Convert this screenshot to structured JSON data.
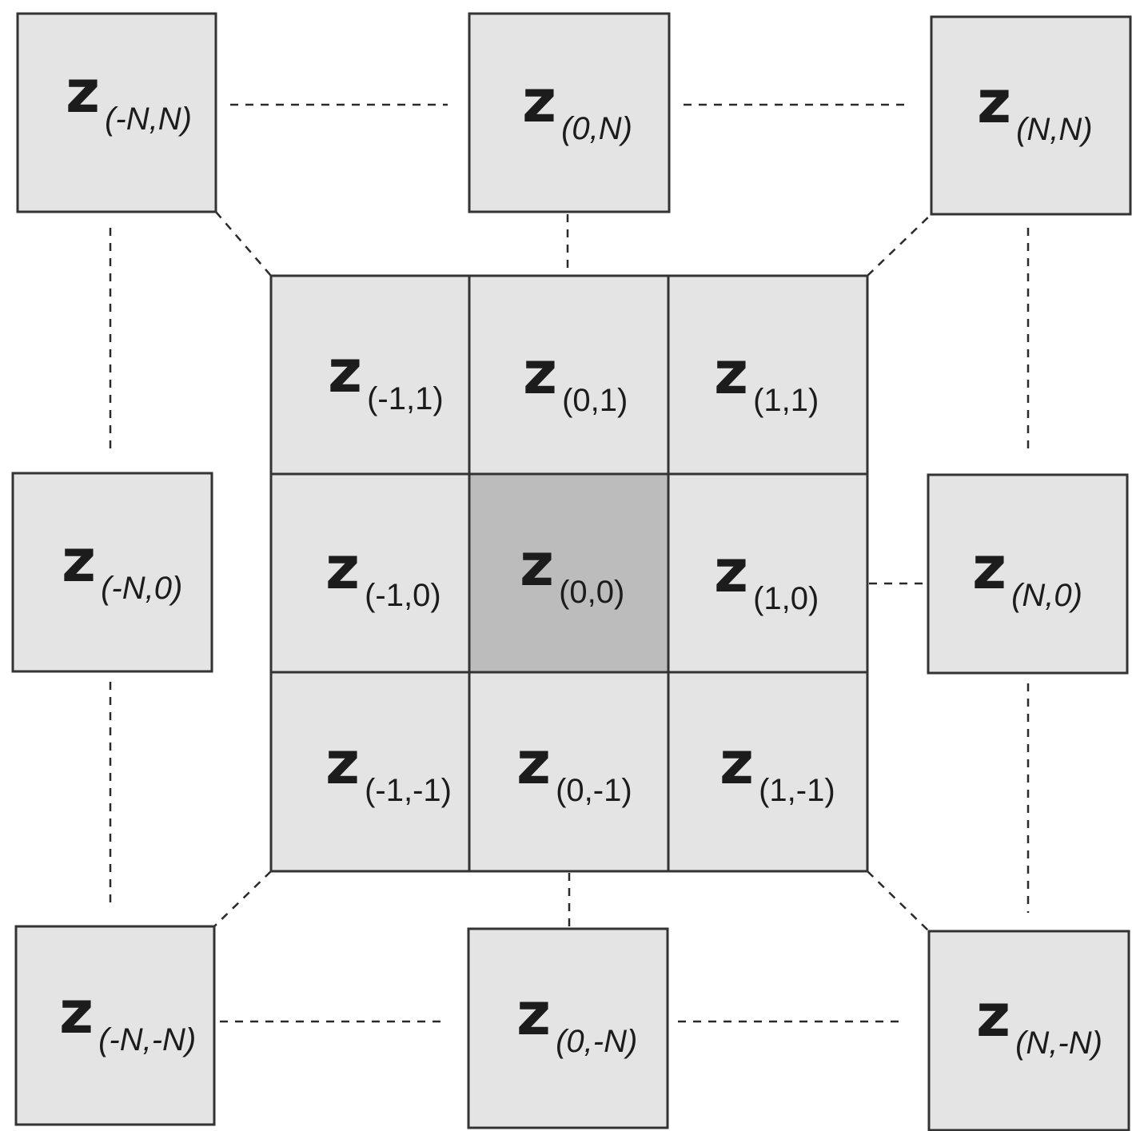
{
  "colors": {
    "background": "#ffffff",
    "cell_fill": "#e4e4e4",
    "center_fill": "#bcbcbc",
    "stroke": "#333333",
    "text": "#1c1c1c"
  },
  "cells": [
    {
      "id": "z-neg-n-n",
      "letter": "z",
      "subscript": "(-N,N)",
      "italic": true
    },
    {
      "id": "z-0-n",
      "letter": "z",
      "subscript": "(0,N)",
      "italic": true
    },
    {
      "id": "z-n-n",
      "letter": "z",
      "subscript": "(N,N)",
      "italic": true
    },
    {
      "id": "z-neg1-1",
      "letter": "z",
      "subscript": "(-1,1)",
      "italic": false
    },
    {
      "id": "z-0-1",
      "letter": "z",
      "subscript": "(0,1)",
      "italic": false
    },
    {
      "id": "z-1-1",
      "letter": "z",
      "subscript": "(1,1)",
      "italic": false
    },
    {
      "id": "z-neg-n-0",
      "letter": "z",
      "subscript": "(-N,0)",
      "italic": true
    },
    {
      "id": "z-neg1-0",
      "letter": "z",
      "subscript": "(-1,0)",
      "italic": false
    },
    {
      "id": "z-0-0",
      "letter": "z",
      "subscript": "(0,0)",
      "italic": false,
      "highlight": true
    },
    {
      "id": "z-1-0",
      "letter": "z",
      "subscript": "(1,0)",
      "italic": false
    },
    {
      "id": "z-n-0",
      "letter": "z",
      "subscript": "(N,0)",
      "italic": true
    },
    {
      "id": "z-neg1-neg1",
      "letter": "z",
      "subscript": "(-1,-1)",
      "italic": false
    },
    {
      "id": "z-0-neg1",
      "letter": "z",
      "subscript": "(0,-1)",
      "italic": false
    },
    {
      "id": "z-1-neg1",
      "letter": "z",
      "subscript": "(1,-1)",
      "italic": false
    },
    {
      "id": "z-neg-n-neg-n",
      "letter": "z",
      "subscript": "(-N,-N)",
      "italic": true
    },
    {
      "id": "z-0-neg-n",
      "letter": "z",
      "subscript": "(0,-N)",
      "italic": true
    },
    {
      "id": "z-n-neg-n",
      "letter": "z",
      "subscript": "(N,-N)",
      "italic": true
    }
  ]
}
